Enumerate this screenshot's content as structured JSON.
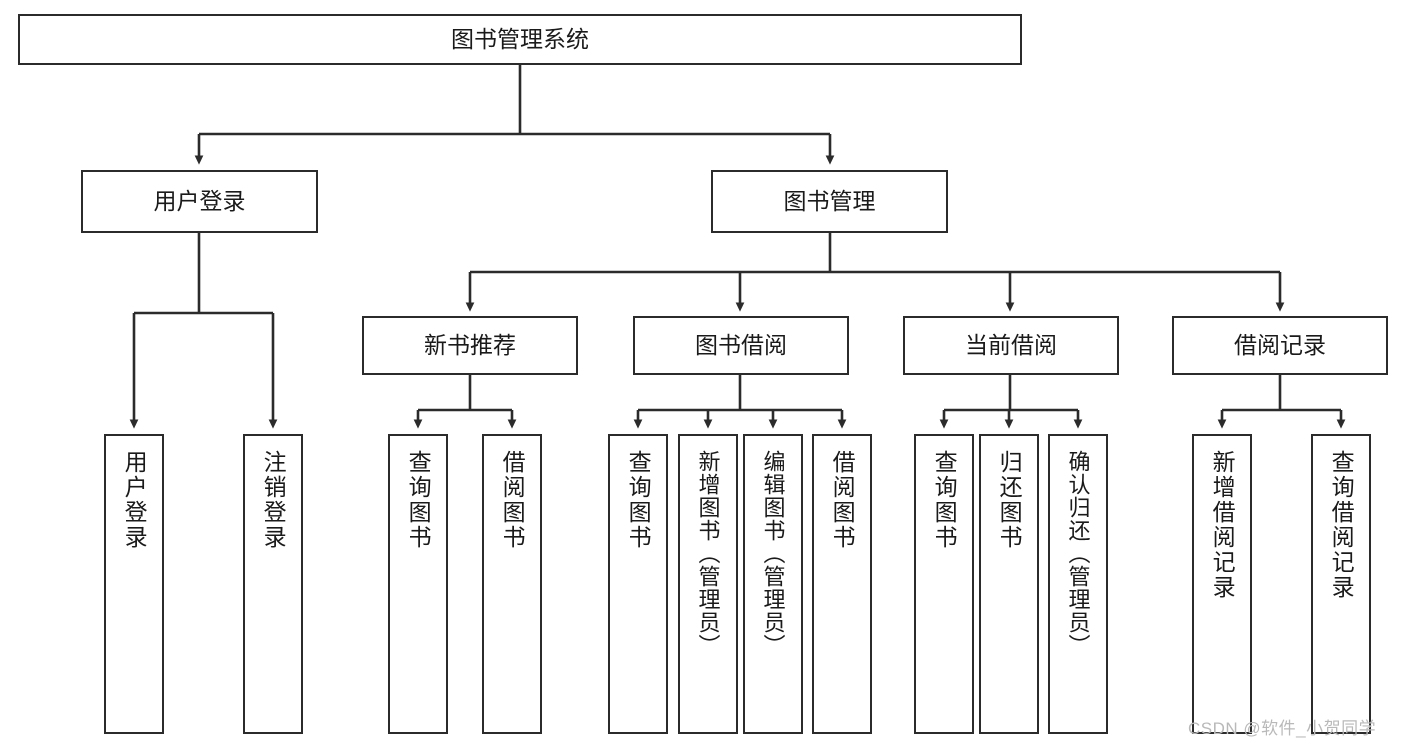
{
  "diagram": {
    "type": "tree-hierarchy",
    "title": "图书管理系统",
    "watermark": "CSDN @软件_小贺同学",
    "colors": {
      "background": "#ffffff",
      "node_border": "#2b2b2b",
      "node_fill": "#ffffff",
      "edge": "#2b2b2b",
      "text": "#1a1a1a",
      "watermark": "#b9b9b9"
    },
    "nodes": {
      "root": {
        "label": "图书管理系统"
      },
      "level2": [
        {
          "label": "用户登录"
        },
        {
          "label": "图书管理"
        }
      ],
      "level3": [
        {
          "label": "新书推荐"
        },
        {
          "label": "图书借阅"
        },
        {
          "label": "当前借阅"
        },
        {
          "label": "借阅记录"
        }
      ],
      "leaves": {
        "user_login": [
          {
            "label": "用户登录"
          },
          {
            "label": "注销登录"
          }
        ],
        "new_book_recommend": [
          {
            "label": "查询图书"
          },
          {
            "label": "借阅图书"
          }
        ],
        "book_borrow": [
          {
            "label": "查询图书"
          },
          {
            "label": "新增图书（管理员）"
          },
          {
            "label": "编辑图书（管理员）"
          },
          {
            "label": "借阅图书"
          }
        ],
        "current_borrow": [
          {
            "label": "查询图书"
          },
          {
            "label": "归还图书"
          },
          {
            "label": "确认归还（管理员）"
          }
        ],
        "borrow_record": [
          {
            "label": "新增借阅记录"
          },
          {
            "label": "查询借阅记录"
          }
        ]
      }
    }
  }
}
